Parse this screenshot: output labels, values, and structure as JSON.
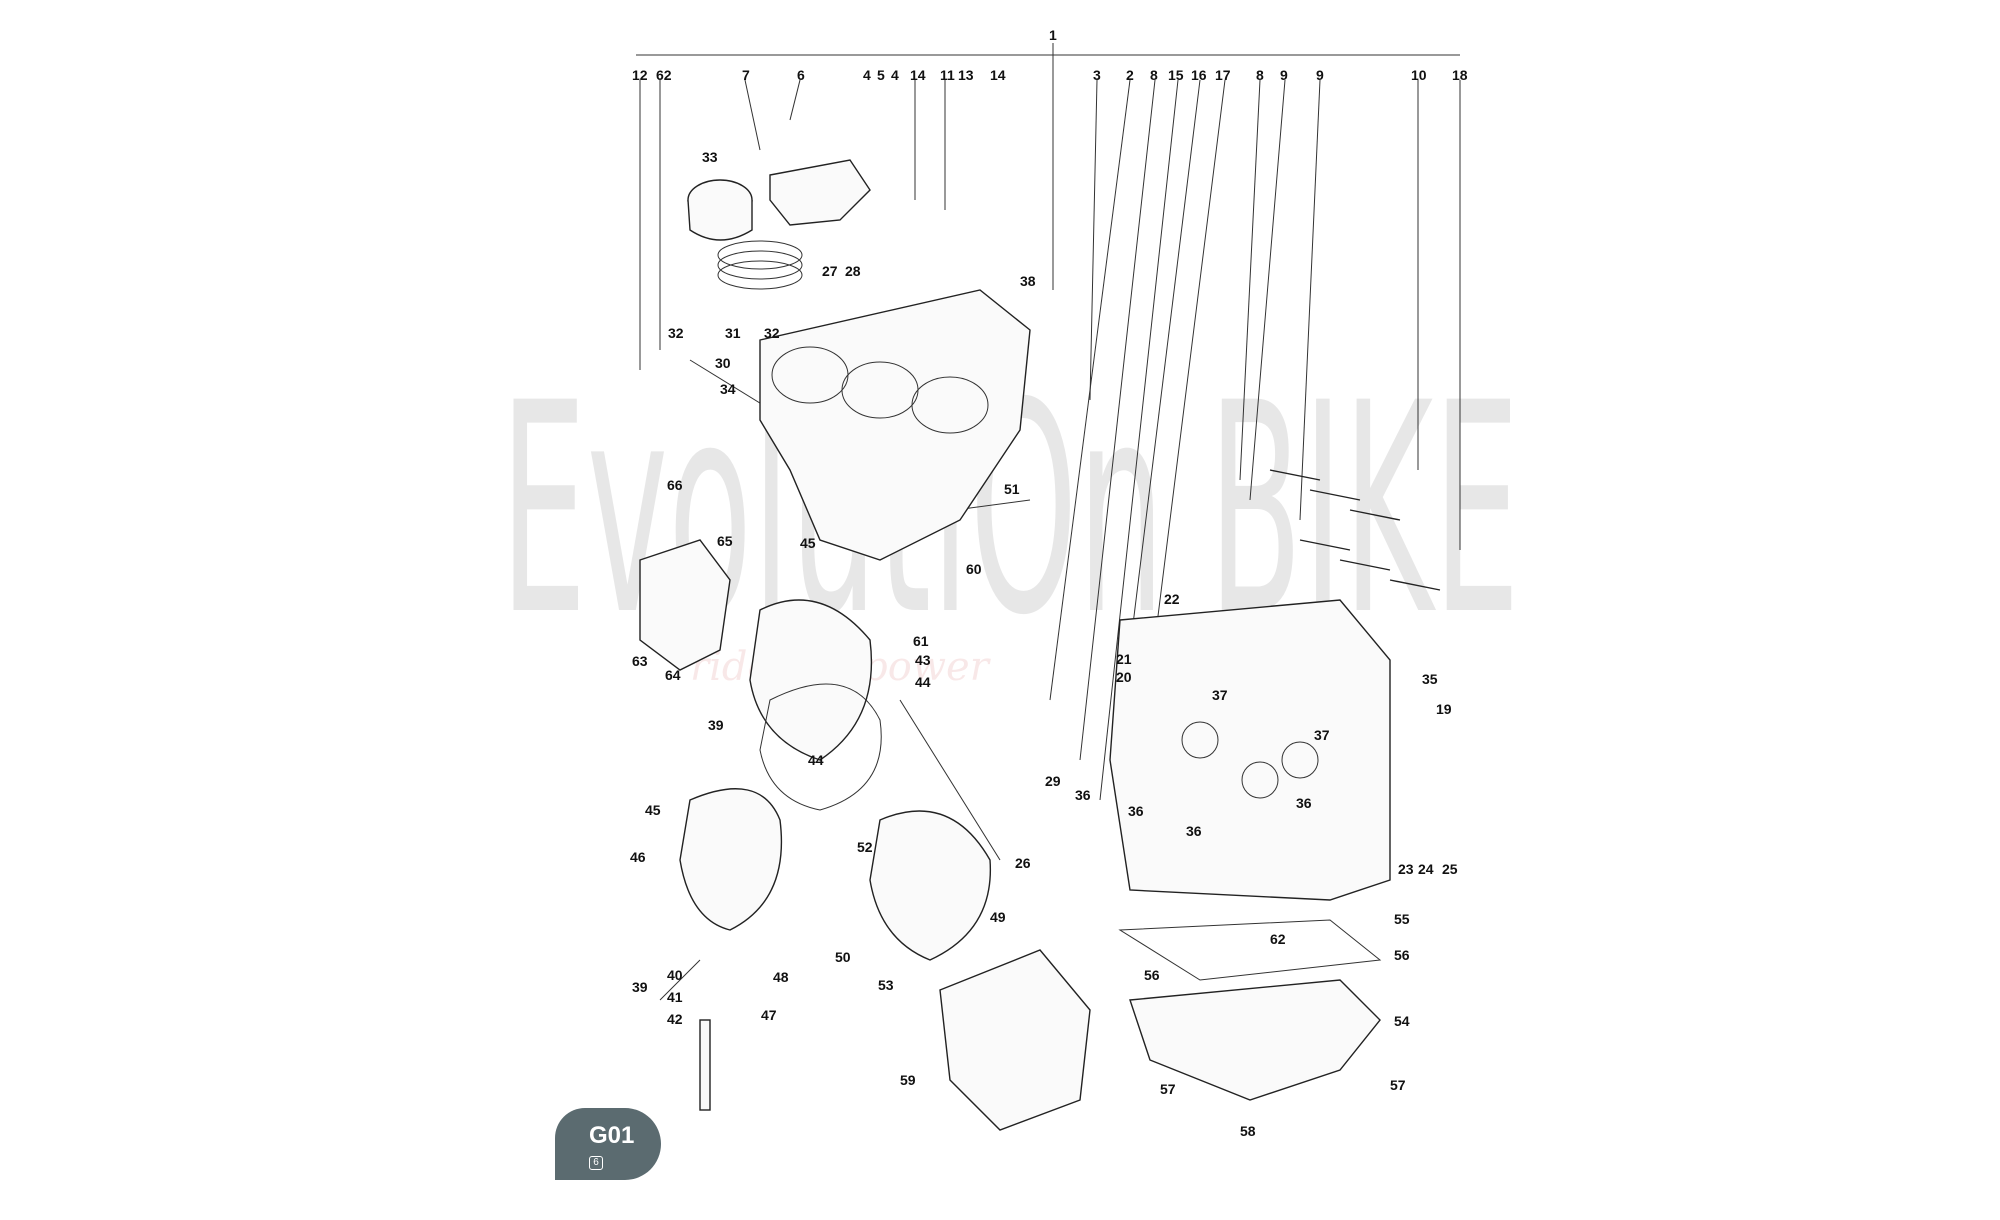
{
  "diagram": {
    "top_callouts": [
      "12",
      "62",
      "7",
      "6",
      "4",
      "5",
      "4",
      "14",
      "11",
      "13",
      "14",
      "1",
      "3",
      "2",
      "8",
      "15",
      "16",
      "17",
      "8",
      "9",
      "9",
      "10",
      "18"
    ],
    "callouts": [
      "33",
      "32",
      "31",
      "32",
      "30",
      "34",
      "27",
      "28",
      "38",
      "51",
      "66",
      "65",
      "45",
      "60",
      "61",
      "63",
      "64",
      "43",
      "44",
      "39",
      "44",
      "45",
      "46",
      "40",
      "41",
      "42",
      "39",
      "48",
      "47",
      "52",
      "49",
      "50",
      "53",
      "59",
      "22",
      "21",
      "20",
      "37",
      "37",
      "35",
      "19",
      "29",
      "36",
      "36",
      "36",
      "36",
      "26",
      "23",
      "24",
      "25",
      "55",
      "62",
      "56",
      "56",
      "54",
      "57",
      "57",
      "58"
    ]
  },
  "watermark": {
    "text": "EvolutiOn BIKE",
    "tagline": "ride the power"
  },
  "badge": {
    "code": "G01",
    "sub": "6",
    "color": "#5b6b70"
  }
}
